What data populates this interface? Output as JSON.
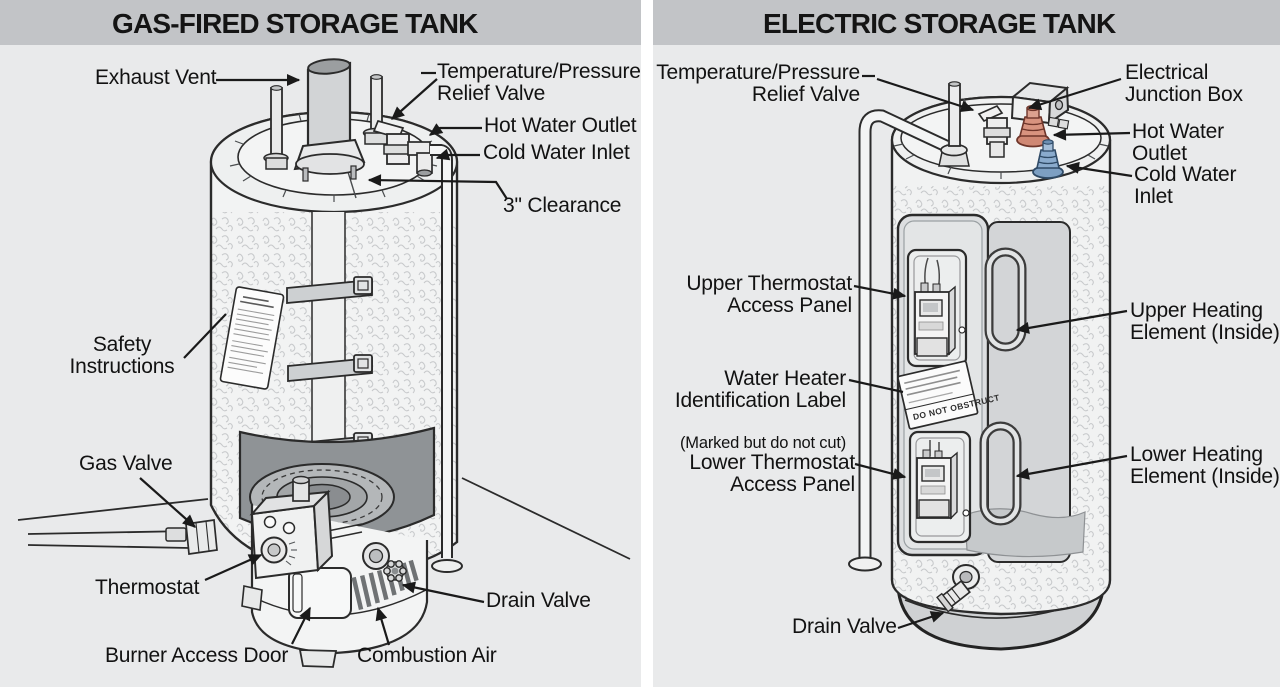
{
  "colors": {
    "header_bg": "#c2c4c7",
    "panel_bg": "#e9eaeb",
    "divider": "#ffffff",
    "line_art": "#2b2b2b",
    "label_text": "#121212",
    "hot_water_fitting": "#d8937f",
    "cold_water_fitting": "#8aabcd",
    "cutaway_fill": "#8f9396",
    "insulation_squiggle": "#c8cacc"
  },
  "panels": {
    "gas": {
      "title": "GAS-FIRED STORAGE TANK",
      "labels": {
        "exhaust_vent": "Exhaust Vent",
        "tp_relief": "Temperature/Pressure\nRelief Valve",
        "hot_water_outlet": "Hot Water Outlet",
        "cold_water_inlet": "Cold Water Inlet",
        "clearance": "3\" Clearance",
        "safety_instructions": "Safety\nInstructions",
        "gas_valve": "Gas Valve",
        "thermostat": "Thermostat",
        "burner_access_door": "Burner Access Door",
        "combustion_air": "Combustion Air",
        "drain_valve": "Drain Valve"
      }
    },
    "electric": {
      "title": "ELECTRIC STORAGE TANK",
      "labels": {
        "tp_relief": "Temperature/Pressure\nRelief Valve",
        "junction_box": "Electrical\nJunction Box",
        "hot_water_outlet": "Hot Water Outlet",
        "cold_water_inlet": "Cold Water Inlet",
        "upper_thermostat": "Upper Thermostat\nAccess Panel",
        "id_label": "Water Heater\nIdentification Label",
        "id_label_note": "(Marked but do not cut)",
        "lower_thermostat": "Lower Thermostat\nAccess Panel",
        "upper_element": "Upper Heating\nElement (Inside)",
        "lower_element": "Lower Heating\nElement (Inside)",
        "drain_valve": "Drain Valve",
        "sticker_text": "DO NOT OBSTRUCT"
      }
    }
  }
}
